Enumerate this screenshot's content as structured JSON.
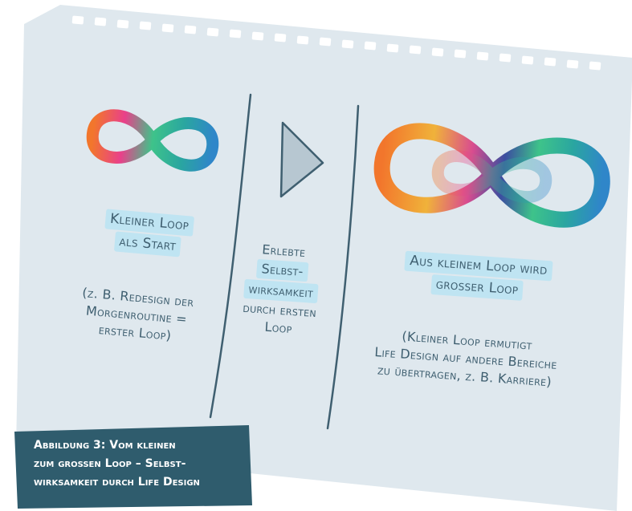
{
  "columns": [
    {
      "title_lines": [
        "Kleiner Loop",
        "als Start"
      ],
      "desc_lines": [
        "(z. B. Redesign der",
        "Morgenroutine =",
        "erster Loop)"
      ]
    },
    {
      "text_lines": [
        "Erlebte",
        "Selbst-",
        "wirksamkeit",
        "durch ersten",
        "Loop"
      ]
    },
    {
      "title_lines": [
        "Aus kleinem Loop wird",
        "grosser Loop"
      ],
      "desc_lines": [
        "(Kleiner Loop ermutigt",
        "Life Design auf andere Bereiche",
        "zu übertragen, z. B. Karriere)"
      ]
    }
  ],
  "caption": {
    "lines": [
      "Abbildung 3: Vom kleinen",
      "zum großen Loop – Selbst-",
      "wirksamkeit durch Life Design"
    ]
  },
  "colors": {
    "paper": "#dfe8ee",
    "paper_edge": "#cfdbe3",
    "text": "#3f5f70",
    "highlight": "#bfe4f2",
    "caption_bg": "#2f5c6d",
    "triangle_fill": "#b7c7d1",
    "triangle_stroke": "#3f5f70"
  },
  "icons": [
    "infinity-loop-small-icon",
    "play-triangle-icon",
    "infinity-loop-large-icon"
  ]
}
